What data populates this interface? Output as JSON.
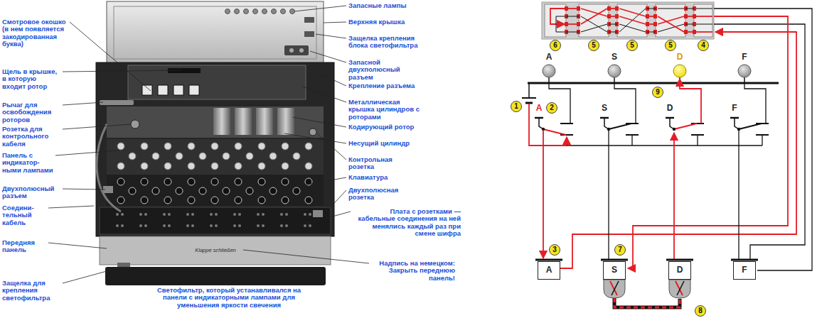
{
  "diagram": {
    "nodes": [
      {
        "text": [
          "A"
        ]
      },
      {
        "text": [
          "S"
        ]
      },
      {
        "text": [
          "D"
        ]
      },
      {
        "text": [
          "F"
        ]
      }
    ],
    "labels": [
      "Смотровое окошко (в нем появляется закодированная буква)",
      "Щель в крышке, в которую входит ротор",
      "Рычаг для освобождения роторов",
      "Розетка для контрольного кабеля",
      "Панель с индикатор- ными лампами",
      "Двухполюсный разъем",
      "Соедини- тельный кабель",
      "Передняя панель",
      "Защелка для крепления светофильтра",
      "Запасные лампы",
      "Верхняя крышка",
      "Защелка крепления блока светофильтра",
      "Запасной двухполюсный разъем",
      "Крепление разъема",
      "Металлическая крышка цилиндров с роторами",
      "Кодирующий ротор",
      "Несущий цилиндр",
      "Контрольная розетка",
      "Клавиатура",
      "Двухполюсная розетка",
      "Плата с розетками — кабельные соединения на ней менялись каждый раз при смене шифра",
      "Надпись на немецком: Закрыть переднюю панель!",
      "Светофильтр, который устанавливался на панели с индикаторными лампами для уменьшения яркости свечения",
      "Klappe schließen",
      "6",
      "5",
      "5",
      "5",
      "4",
      "A",
      "S",
      "D",
      "F",
      "1",
      "2",
      "A",
      "S",
      "D",
      "F",
      "9",
      "3",
      "7",
      "8"
    ]
  }
}
